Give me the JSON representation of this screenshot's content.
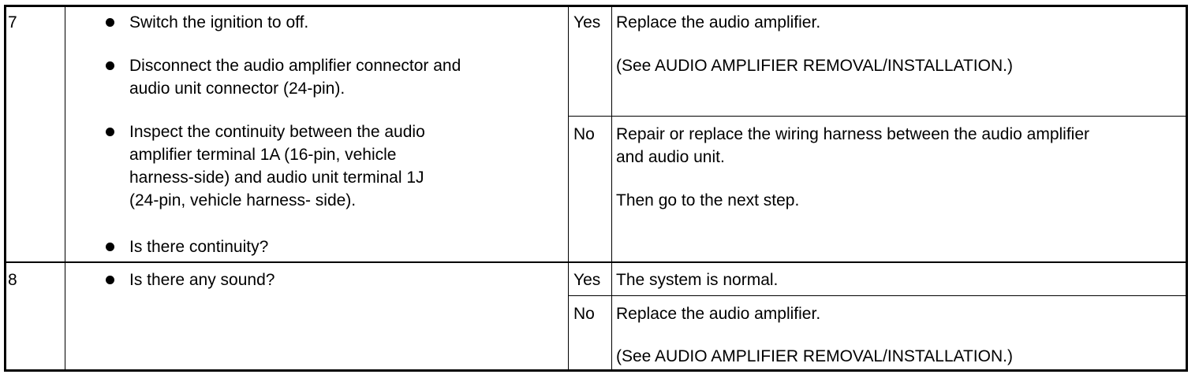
{
  "rows": [
    {
      "step": "7",
      "inspection": [
        {
          "lines": [
            "Switch the ignition to off."
          ]
        },
        {
          "lines": [
            "Disconnect the audio amplifier connector and",
            "audio unit connector (24-pin)."
          ]
        },
        {
          "lines": [
            "Inspect the continuity between the audio",
            "amplifier terminal 1A (16-pin, vehicle",
            "harness-side) and audio unit terminal 1J",
            "(24-pin, vehicle harness- side)."
          ]
        },
        {
          "lines": [
            "Is there continuity?"
          ]
        }
      ],
      "results": [
        {
          "answer": "Yes",
          "action": [
            "Replace the audio amplifier.",
            "(See AUDIO AMPLIFIER REMOVAL/INSTALLATION.)"
          ]
        },
        {
          "answer": "No",
          "action": [
            "Repair or replace the wiring harness between the audio amplifier",
            "and audio unit.",
            "Then go to the next step."
          ]
        }
      ]
    },
    {
      "step": "8",
      "inspection": [
        {
          "lines": [
            "Is there any sound?"
          ]
        }
      ],
      "results": [
        {
          "answer": "Yes",
          "action": [
            "The system is normal."
          ]
        },
        {
          "answer": "No",
          "action": [
            "Replace the audio amplifier.",
            "(See AUDIO AMPLIFIER REMOVAL/INSTALLATION.)"
          ]
        }
      ]
    }
  ]
}
